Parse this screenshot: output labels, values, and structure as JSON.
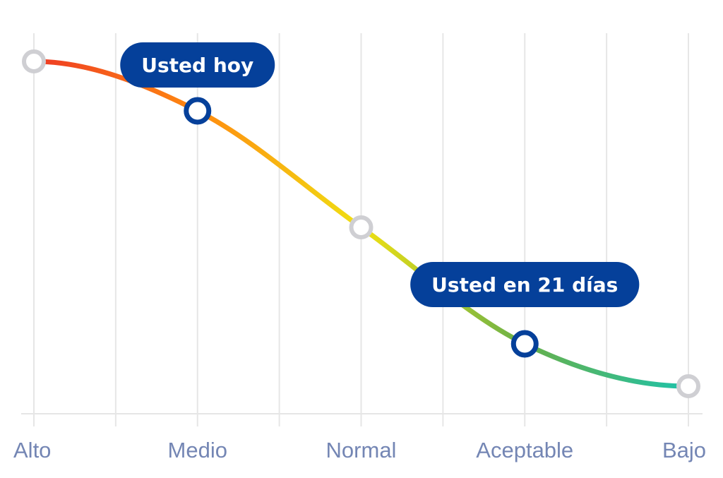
{
  "chart_data": {
    "type": "line",
    "categories": [
      "Alto",
      "Medio",
      "Normal",
      "Aceptable",
      "Bajo"
    ],
    "values": [
      100,
      86,
      53,
      20,
      8
    ],
    "ylim": [
      0,
      100
    ],
    "grid": true,
    "colors": {
      "gradient": [
        "#ee3a24",
        "#ff8a10",
        "#f0e012",
        "#68b04a",
        "#1ec2aa"
      ],
      "marker_inactive": "#cfcfd3",
      "marker_active": "#05409a",
      "callout_bg": "#05409a",
      "grid": "#e6e6e6",
      "tick_label": "#7486b4"
    },
    "highlights": [
      {
        "category_index": 1,
        "label": "Usted hoy"
      },
      {
        "category_index": 3,
        "label": "Usted en 21 días"
      }
    ]
  }
}
